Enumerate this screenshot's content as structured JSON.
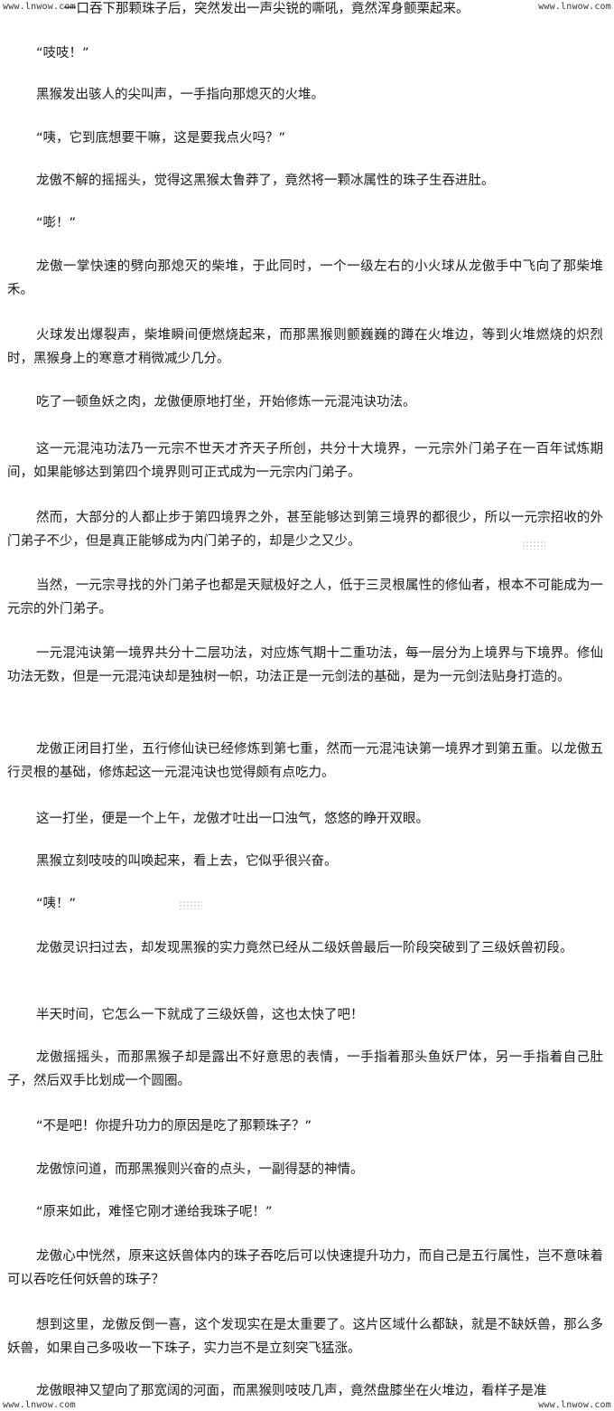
{
  "watermark": {
    "top_left": "www.lnwow.com",
    "top_right": "www.lnwow.com",
    "bottom_left": "www.lnwow.com",
    "bottom_right": "www.lnwow.com"
  },
  "paragraphs": [
    {
      "text": "一口吞下那颗珠子后，突然发出一声尖锐的嘶吼，竟然浑身颤栗起来。"
    },
    {
      "text": "“吱吱！”"
    },
    {
      "text": "黑猴发出骇人的尖叫声，一手指向那熄灭的火堆。"
    },
    {
      "text": "“咦，它到底想要干嘛，这是要我点火吗？”"
    },
    {
      "text": "龙傲不解的摇摇头，觉得这黑猴太鲁莽了，竟然将一颗冰属性的珠子生吞进肚。"
    },
    {
      "text": "“嘭！”"
    },
    {
      "text": "龙傲一掌快速的劈向那熄灭的柴堆，于此同时，一个一级左右的小火球从龙傲手中飞向了那柴堆禾。"
    },
    {
      "text": "火球发出爆裂声，柴堆瞬间便燃烧起来，而那黑猴则颤巍巍的蹲在火堆边，等到火堆燃烧的炽烈时，黑猴身上的寒意才稍微减少几分。"
    },
    {
      "text": "吃了一顿鱼妖之肉，龙傲便原地打坐，开始修炼一元混沌诀功法。"
    },
    {
      "text": "这一元混沌功法乃一元宗不世天才齐天子所创，共分十大境界，一元宗外门弟子在一百年试炼期间，如果能够达到第四个境界则可正式成为一元宗内门弟子。"
    },
    {
      "text": "然而，大部分的人都止步于第四境界之外，甚至能够达到第三境界的都很少，所以一元宗招收的外门弟子不少，但是真正能够成为内门弟子的，却是少之又少。"
    },
    {
      "text": "当然，一元宗寻找的外门弟子也都是天赋极好之人，低于三灵根属性的修仙者，根本不可能成为一元宗的外门弟子。"
    },
    {
      "text": "一元混沌诀第一境界共分十二层功法，对应炼气期十二重功法，每一层分为上境界与下境界。修仙功法无数，但是一元混沌诀却是独树一帜，功法正是一元剑法的基础，是为一元剑法贴身打造的。"
    },
    {
      "text": "龙傲正闭目打坐，五行修仙诀已经修炼到第七重，然而一元混沌诀第一境界才到第五重。以龙傲五行灵根的基础，修炼起这一元混沌诀也觉得颇有点吃力。"
    },
    {
      "text": "这一打坐，便是一个上午，龙傲才吐出一口浊气，悠悠的睁开双眼。"
    },
    {
      "text": "黑猴立刻吱吱的叫唤起来，看上去，它似乎很兴奋。"
    },
    {
      "text": "“咦！”"
    },
    {
      "text": "龙傲灵识扫过去，却发现黑猴的实力竟然已经从二级妖兽最后一阶段突破到了三级妖兽初段。"
    },
    {
      "text": "半天时间，它怎么一下就成了三级妖兽，这也太快了吧！"
    },
    {
      "text": "龙傲摇摇头，而那黑猴子却是露出不好意思的表情，一手指着那头鱼妖尸体，另一手指着自己肚子，然后双手比划成一个圆圈。"
    },
    {
      "text": "“不是吧！你提升功力的原因是吃了那颗珠子？”"
    },
    {
      "text": "龙傲惊问道，而那黑猴则兴奋的点头，一副得瑟的神情。"
    },
    {
      "text": "“原来如此，难怪它刚才递给我珠子呢！”"
    },
    {
      "text": "龙傲心中恍然，原来这妖兽体内的珠子吞吃后可以快速提升功力，而自己是五行属性，岂不意味着可以吞吃任何妖兽的珠子？"
    },
    {
      "text": "想到这里，龙傲反倒一喜，这个发现实在是太重要了。这片区域什么都缺，就是不缺妖兽，那么多妖兽，如果自己多吸收一下珠子，实力岂不是立刻突飞猛涨。"
    },
    {
      "text": "龙傲眼神又望向了那宽阔的河面，而黑猴则吱吱几声，竟然盘膝坐在火堆边，看样子是准"
    }
  ]
}
